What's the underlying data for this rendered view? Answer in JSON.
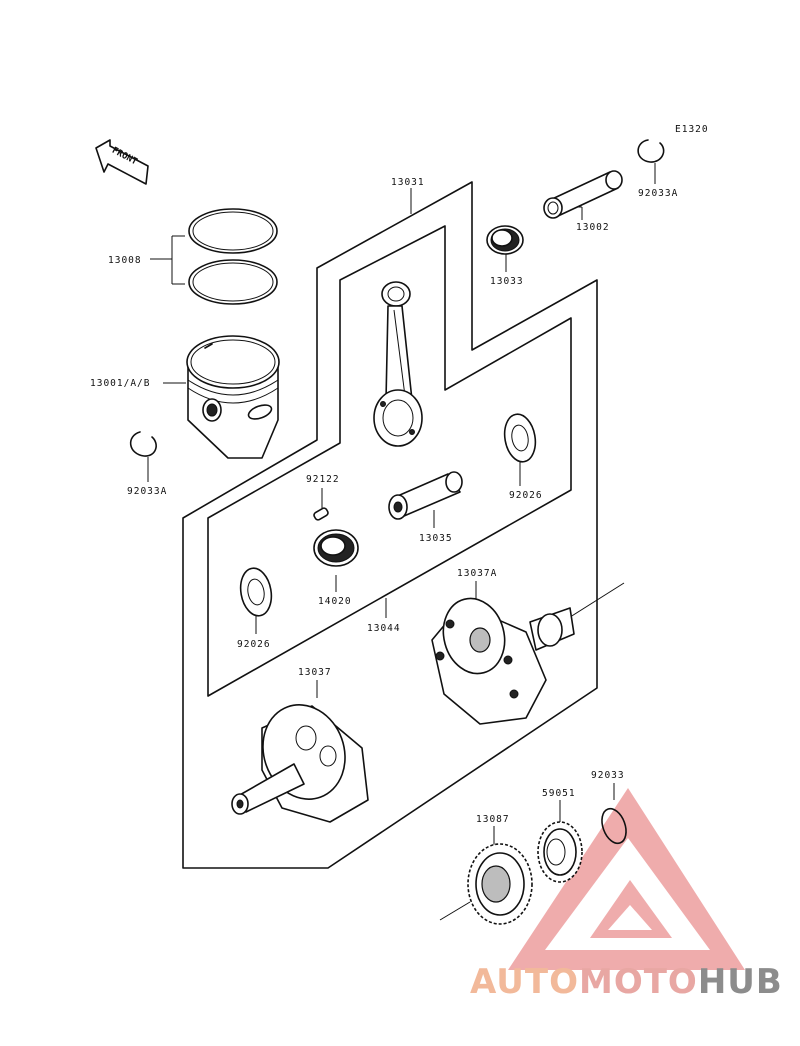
{
  "diagram_code": "E1320",
  "front_label": "FRONT",
  "parts": {
    "p13031": "13031",
    "p13002": "13002",
    "p92033A_top": "92033A",
    "p13033": "13033",
    "p13008": "13008",
    "p13001": "13001/A/B",
    "p92033A_left": "92033A",
    "p92122": "92122",
    "p92026_right": "92026",
    "p13035": "13035",
    "p14020": "14020",
    "p92026_left": "92026",
    "p13044": "13044",
    "p13037A": "13037A",
    "p13037": "13037",
    "p92033": "92033",
    "p59051": "59051",
    "p13087": "13087"
  },
  "watermark": {
    "part1": "AUTO",
    "part2": "MOTO",
    "part3": "HUB"
  },
  "colors": {
    "watermark_red": "#e05050",
    "line": "#111111"
  }
}
